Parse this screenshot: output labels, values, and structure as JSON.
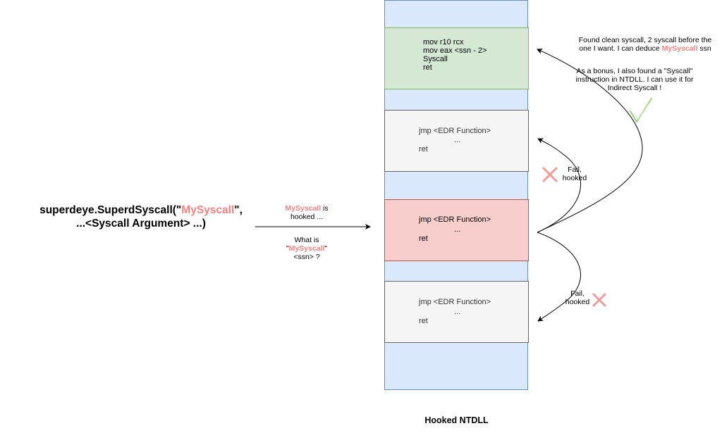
{
  "call": {
    "prefix": "superdeye.SuperdSyscall(\"",
    "name": "MySyscall",
    "suffix": "\",",
    "line2": "...<Syscall Argument> ...)"
  },
  "arrow_label": {
    "hooked_name": "MySyscall",
    "hooked_text": " is",
    "hooked_line2": "hooked ...",
    "q_line1": "What is",
    "q_open": "\"",
    "q_name": "MySyscall",
    "q_close": "\"",
    "q_line3": "<ssn> ?"
  },
  "blocks": {
    "clean": [
      "mov r10 rcx",
      "mov eax <ssn - 2>",
      "Syscall",
      "ret"
    ],
    "hooked_1": [
      "jmp <EDR Function>",
      "...",
      "ret"
    ],
    "target": [
      "jmp <EDR Function>",
      "...",
      "ret"
    ],
    "hooked_2": [
      "jmp <EDR Function>",
      "...",
      "ret"
    ]
  },
  "annotations": {
    "found_line1": "Found clean syscall, 2 syscall before the",
    "found_line2_a": "one I want. I can deduce ",
    "found_name": "MySyscall",
    "found_line2_b": " ssn",
    "bonus_line1": "As a bonus, I also found a \"Syscall\"",
    "bonus_line2": "instruction in NTDLL. I can use it for",
    "bonus_line3": "Indirect Syscall !",
    "fail_1_line1": "Fail,",
    "fail_1_line2": "hooked",
    "fail_2_line1": "Fail,",
    "fail_2_line2": "hooked"
  },
  "caption": "Hooked NTDLL",
  "colors": {
    "highlight": "#ff8080",
    "check": "#97d077",
    "cross": "#f19c99",
    "clean_fill": "#d5e8d4",
    "target_fill": "#f8cecc",
    "hooked_fill": "#f5f5f5",
    "column_fill": "#dae8fc"
  },
  "icons": {
    "check": "check-mark-icon",
    "cross": "cross-mark-icon"
  }
}
